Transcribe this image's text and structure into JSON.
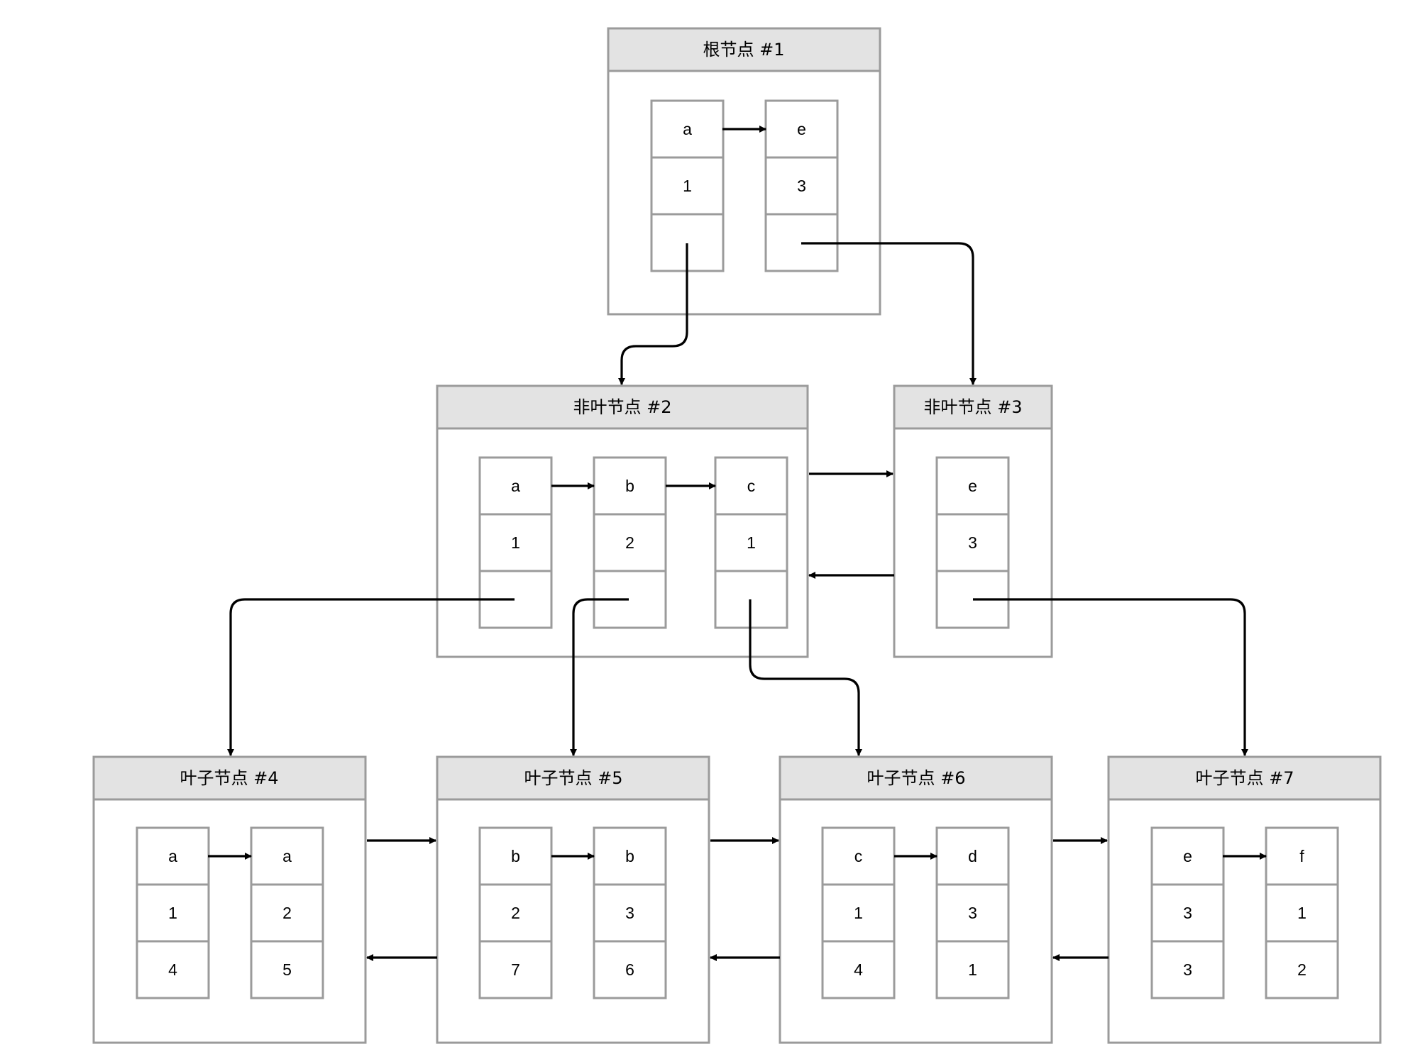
{
  "nodes": [
    {
      "id": "root-1",
      "title": "根节点 #1",
      "records": [
        {
          "cells": [
            "a",
            "1",
            ""
          ]
        },
        {
          "cells": [
            "e",
            "3",
            ""
          ]
        }
      ]
    },
    {
      "id": "nonleaf-2",
      "title": "非叶节点 #2",
      "records": [
        {
          "cells": [
            "a",
            "1",
            ""
          ]
        },
        {
          "cells": [
            "b",
            "2",
            ""
          ]
        },
        {
          "cells": [
            "c",
            "1",
            ""
          ]
        }
      ]
    },
    {
      "id": "nonleaf-3",
      "title": "非叶节点 #3",
      "records": [
        {
          "cells": [
            "e",
            "3",
            ""
          ]
        }
      ]
    },
    {
      "id": "leaf-4",
      "title": "叶子节点 #4",
      "records": [
        {
          "cells": [
            "a",
            "1",
            "4"
          ]
        },
        {
          "cells": [
            "a",
            "2",
            "5"
          ]
        }
      ]
    },
    {
      "id": "leaf-5",
      "title": "叶子节点 #5",
      "records": [
        {
          "cells": [
            "b",
            "2",
            "7"
          ]
        },
        {
          "cells": [
            "b",
            "3",
            "6"
          ]
        }
      ]
    },
    {
      "id": "leaf-6",
      "title": "叶子节点 #6",
      "records": [
        {
          "cells": [
            "c",
            "1",
            "4"
          ]
        },
        {
          "cells": [
            "d",
            "3",
            "1"
          ]
        }
      ]
    },
    {
      "id": "leaf-7",
      "title": "叶子节点 #7",
      "records": [
        {
          "cells": [
            "e",
            "3",
            "3"
          ]
        },
        {
          "cells": [
            "f",
            "1",
            "2"
          ]
        }
      ]
    }
  ],
  "colors": {
    "frame_border": "#9b9b9b",
    "header_fill": "#e3e3e3",
    "arrow": "#000000",
    "background": "#ffffff"
  }
}
